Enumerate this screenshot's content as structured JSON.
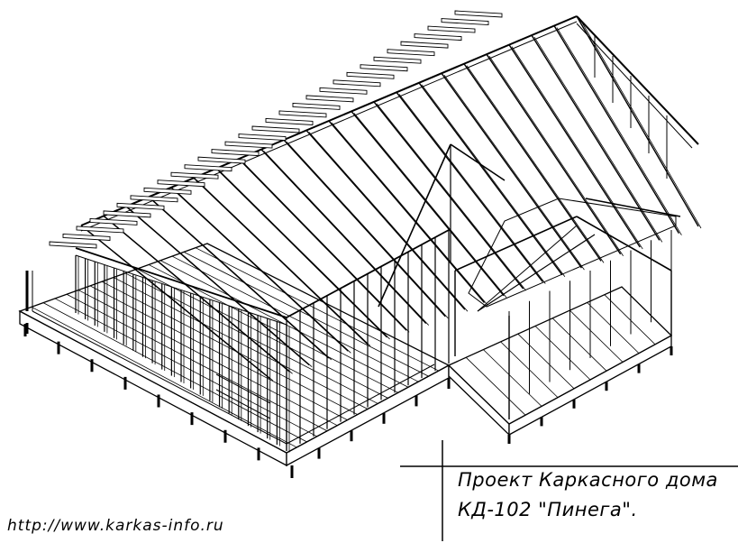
{
  "title_block": {
    "line1": "Проект Каркасного дома",
    "line2": "КД-102 \"Пинега\"."
  },
  "footer": {
    "url": "http://www.karkas-info.ru"
  },
  "drawing": {
    "subject": "frame-house-isometric",
    "line_color": "#000000",
    "fill_color": "#ffffff"
  }
}
